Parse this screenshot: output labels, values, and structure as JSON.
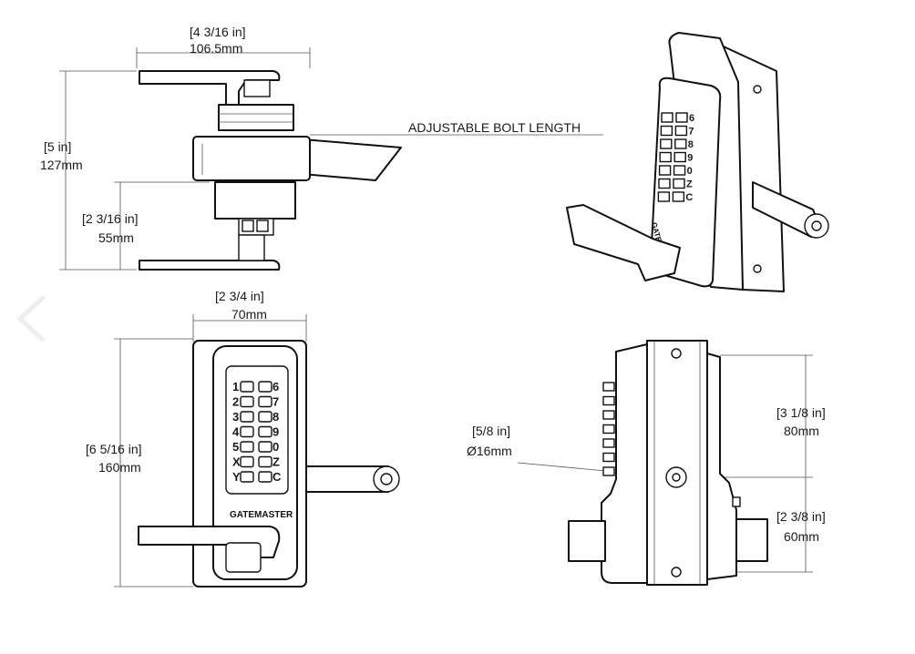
{
  "dimensions": {
    "top_width_in": "[4 3/16 in]",
    "top_width_mm": "106.5mm",
    "top_height_in": "[5 in]",
    "top_height_mm": "127mm",
    "top_lower_in": "[2 3/16 in]",
    "top_lower_mm": "55mm",
    "bolt_label": "ADJUSTABLE BOLT LENGTH",
    "front_width_in": "[2 3/4 in]",
    "front_width_mm": "70mm",
    "front_height_in": "[6 5/16 in]",
    "front_height_mm": "160mm",
    "side_hole_in": "[5/8 in]",
    "side_hole_mm": "Ø16mm",
    "side_upper_in": "[3 1/8 in]",
    "side_upper_mm": "80mm",
    "side_lower_in": "[2 3/8 in]",
    "side_lower_mm": "60mm"
  },
  "keypad": {
    "left_keys": [
      "1",
      "2",
      "3",
      "4",
      "5",
      "X",
      "Y"
    ],
    "right_keys": [
      "6",
      "7",
      "8",
      "9",
      "0",
      "Z",
      "C"
    ]
  },
  "brand": "GATEMASTER",
  "nav": {
    "prev_icon": "chevron-left-icon"
  }
}
